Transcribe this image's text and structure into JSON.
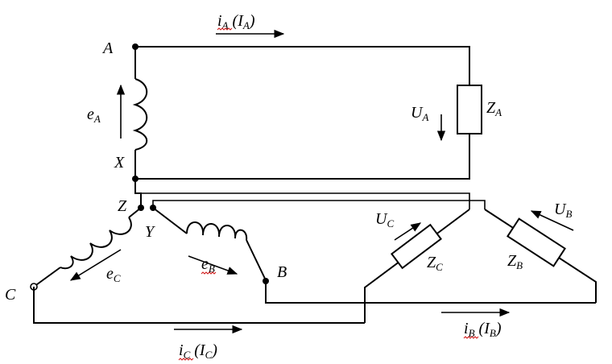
{
  "colors": {
    "ink": "#000000",
    "spellcheck_underline": "#d01818",
    "background": "#ffffff"
  },
  "nodes": {
    "A": "A",
    "X": "X",
    "Z": "Z",
    "Y": "Y",
    "B": "B",
    "C": "C"
  },
  "labels": {
    "iA": {
      "main": "i",
      "sub": "A",
      "paren_main": "I",
      "paren_sub": "A"
    },
    "iB": {
      "main": "i",
      "sub": "B",
      "paren_main": "I",
      "paren_sub": "B"
    },
    "iC": {
      "main": "i",
      "sub": "C",
      "paren_main": "I",
      "paren_sub": "C"
    },
    "eA": {
      "main": "e",
      "sub": "A"
    },
    "eB": {
      "main": "e",
      "sub": "B"
    },
    "eC": {
      "main": "e",
      "sub": "C"
    },
    "UA": {
      "main": "U",
      "sub": "A"
    },
    "UB": {
      "main": "U",
      "sub": "B"
    },
    "UC": {
      "main": "U",
      "sub": "C"
    },
    "ZA": {
      "main": "Z",
      "sub": "A"
    },
    "ZB": {
      "main": "Z",
      "sub": "B"
    },
    "ZC": {
      "main": "Z",
      "sub": "C"
    }
  }
}
